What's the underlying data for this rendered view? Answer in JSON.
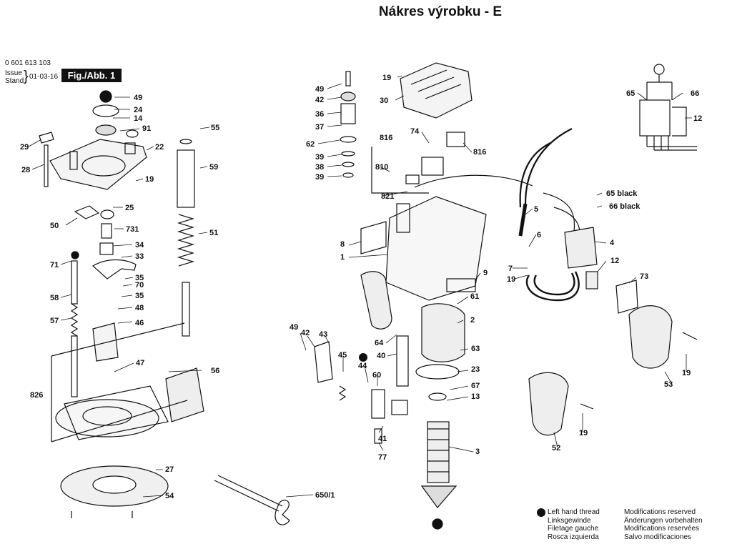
{
  "title": "Nákres výrobku - E",
  "header": {
    "part_number": "0 601 613 103",
    "issue_label": "Issue",
    "stand_label": "Stand",
    "issue_date": "01-03-16",
    "fig_label": "Fig./Abb. 1"
  },
  "callouts": [
    "49",
    "24",
    "14",
    "91",
    "29",
    "22",
    "28",
    "19",
    "25",
    "50",
    "731",
    "34",
    "33",
    "71",
    "35",
    "70",
    "58",
    "35",
    "48",
    "57",
    "46",
    "47",
    "826",
    "56",
    "27",
    "54",
    "55",
    "59",
    "51",
    "650/1",
    "19",
    "30",
    "49",
    "42",
    "36",
    "37",
    "62",
    "39",
    "38",
    "39",
    "816",
    "74",
    "816",
    "810",
    "821",
    "65 black",
    "66 black",
    "5",
    "8",
    "1",
    "6",
    "7",
    "19",
    "4",
    "12",
    "73",
    "9",
    "61",
    "2",
    "64",
    "40",
    "49",
    "42",
    "43",
    "45",
    "44",
    "60",
    "41",
    "77",
    "63",
    "23",
    "67",
    "13",
    "3",
    "53",
    "19",
    "52",
    "19",
    "65",
    "66",
    "12"
  ],
  "legend": {
    "left": [
      "Left hand thread",
      "Linksgewinde",
      "Filetage gauche",
      "Rosca izquierda"
    ],
    "right": [
      "Modifications reserved",
      "Änderungen vorbehalten",
      "Modifications reservées",
      "Salvo modificaciones"
    ]
  },
  "colors": {
    "ink": "#111111",
    "paper": "#ffffff"
  }
}
